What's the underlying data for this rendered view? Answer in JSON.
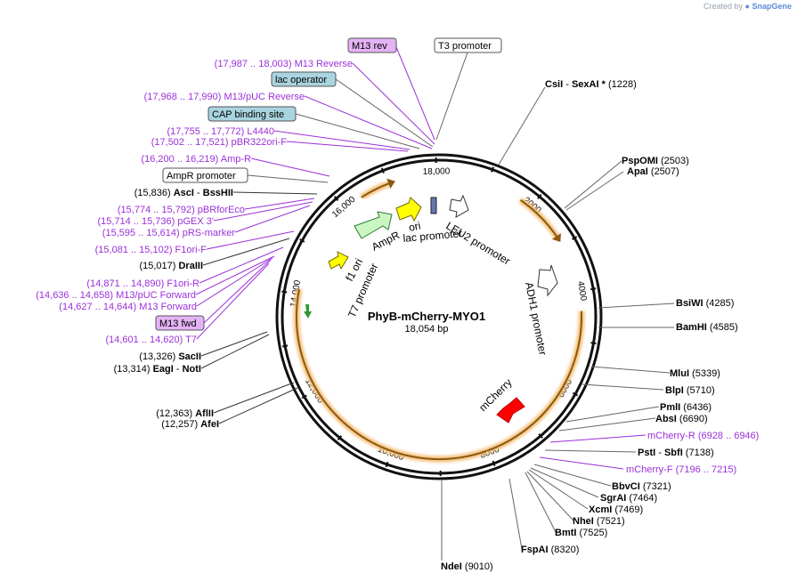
{
  "credit": {
    "created_by": "Created by",
    "brand": "SnapGene",
    "icon": "snapgene-logo-icon"
  },
  "plasmid": {
    "name": "PhyB-mCherry-MYO1",
    "size": "18,054 bp"
  },
  "ticks": [
    "2000",
    "4000",
    "6000",
    "8000",
    "10,000",
    "12,000",
    "14,000",
    "16,000",
    "18,000"
  ],
  "boxed_labels": [
    {
      "text": "M13 rev",
      "style": "purple"
    },
    {
      "text": "T3 promoter",
      "style": "white"
    },
    {
      "text": "lac operator",
      "style": "teal"
    },
    {
      "text": "CAP binding site",
      "style": "teal"
    },
    {
      "text": "AmpR promoter",
      "style": "white"
    },
    {
      "text": "M13 fwd",
      "style": "purple"
    }
  ],
  "left_labels": [
    {
      "coords": "(17,987 .. 18,003)",
      "name": "M13 Reverse",
      "kind": "primer"
    },
    {
      "coords": "(17,968 .. 17,990)",
      "name": "M13/pUC Reverse",
      "kind": "primer"
    },
    {
      "coords": "(17,755 .. 17,772)",
      "name": "L4440",
      "kind": "primer"
    },
    {
      "coords": "(17,502 .. 17,521)",
      "name": "pBR322ori-F",
      "kind": "primer"
    },
    {
      "coords": "(16,200 .. 16,219)",
      "name": "Amp-R",
      "kind": "primer"
    },
    {
      "coords": "(15,836)",
      "name": "AscI",
      "name2": "BssHII",
      "kind": "enzyme"
    },
    {
      "coords": "(15,774 .. 15,792)",
      "name": "pBRforEco",
      "kind": "primer"
    },
    {
      "coords": "(15,714 .. 15,736)",
      "name": "pGEX 3'",
      "kind": "primer"
    },
    {
      "coords": "(15,595 .. 15,614)",
      "name": "pRS-marker",
      "kind": "primer"
    },
    {
      "coords": "(15,081 .. 15,102)",
      "name": "F1ori-F",
      "kind": "primer"
    },
    {
      "coords": "(15,017)",
      "name": "DraIII",
      "kind": "enzyme"
    },
    {
      "coords": "(14,871 .. 14,890)",
      "name": "F1ori-R",
      "kind": "primer"
    },
    {
      "coords": "(14,636 .. 14,658)",
      "name": "M13/pUC Forward",
      "kind": "primer"
    },
    {
      "coords": "(14,627 .. 14,644)",
      "name": "M13 Forward",
      "kind": "primer"
    },
    {
      "coords": "(14,601 .. 14,620)",
      "name": "T7",
      "kind": "primer"
    },
    {
      "coords": "(13,326)",
      "name": "SacII",
      "kind": "enzyme"
    },
    {
      "coords": "(13,314)",
      "name": "EagI",
      "name2": "NotI",
      "kind": "enzyme"
    },
    {
      "coords": "(12,363)",
      "name": "AflII",
      "kind": "enzyme"
    },
    {
      "coords": "(12,257)",
      "name": "AfeI",
      "kind": "enzyme"
    }
  ],
  "right_labels": [
    {
      "name": "CsiI",
      "name2": "SexAI *",
      "coords": "(1228)",
      "kind": "enzyme"
    },
    {
      "name": "PspOMI",
      "coords": "(2503)",
      "kind": "enzyme"
    },
    {
      "name": "ApaI",
      "coords": "(2507)",
      "kind": "enzyme"
    },
    {
      "name": "BsiWI",
      "coords": "(4285)",
      "kind": "enzyme"
    },
    {
      "name": "BamHI",
      "coords": "(4585)",
      "kind": "enzyme"
    },
    {
      "name": "MluI",
      "coords": "(5339)",
      "kind": "enzyme"
    },
    {
      "name": "BlpI",
      "coords": "(5710)",
      "kind": "enzyme"
    },
    {
      "name": "PmlI",
      "coords": "(6436)",
      "kind": "enzyme"
    },
    {
      "name": "AbsI",
      "coords": "(6690)",
      "kind": "enzyme"
    },
    {
      "name": "mCherry-R",
      "coords": "(6928 .. 6946)",
      "kind": "primer"
    },
    {
      "name": "PstI",
      "name2": "SbfI",
      "coords": "(7138)",
      "kind": "enzyme"
    },
    {
      "name": "mCherry-F",
      "coords": "(7196 .. 7215)",
      "kind": "primer"
    },
    {
      "name": "BbvCI",
      "coords": "(7321)",
      "kind": "enzyme"
    },
    {
      "name": "SgrAI",
      "coords": "(7464)",
      "kind": "enzyme"
    },
    {
      "name": "XcmI",
      "coords": "(7469)",
      "kind": "enzyme"
    },
    {
      "name": "NheI",
      "coords": "(7521)",
      "kind": "enzyme"
    },
    {
      "name": "BmtI",
      "coords": "(7525)",
      "kind": "enzyme"
    },
    {
      "name": "FspAI",
      "coords": "(8320)",
      "kind": "enzyme"
    },
    {
      "name": "NdeI",
      "coords": "(9010)",
      "kind": "enzyme"
    }
  ],
  "inner_features": [
    {
      "name": "LEU2 promoter"
    },
    {
      "name": "ADH1 promoter"
    },
    {
      "name": "mCherry"
    },
    {
      "name": "ori"
    },
    {
      "name": "lac promoter"
    },
    {
      "name": "AmpR"
    },
    {
      "name": "f1 ori"
    },
    {
      "name": "T7 promoter"
    }
  ],
  "colors": {
    "primer": "#9b30d9",
    "enzyme": "#000000",
    "purple_box": "#e4b3f5",
    "teal_box": "#a9d4df",
    "orange_glow": "#f5c07a",
    "ampr": "#ccf5c4",
    "yellow": "#ffff00",
    "red": "#ff0000",
    "green": "#339933"
  }
}
